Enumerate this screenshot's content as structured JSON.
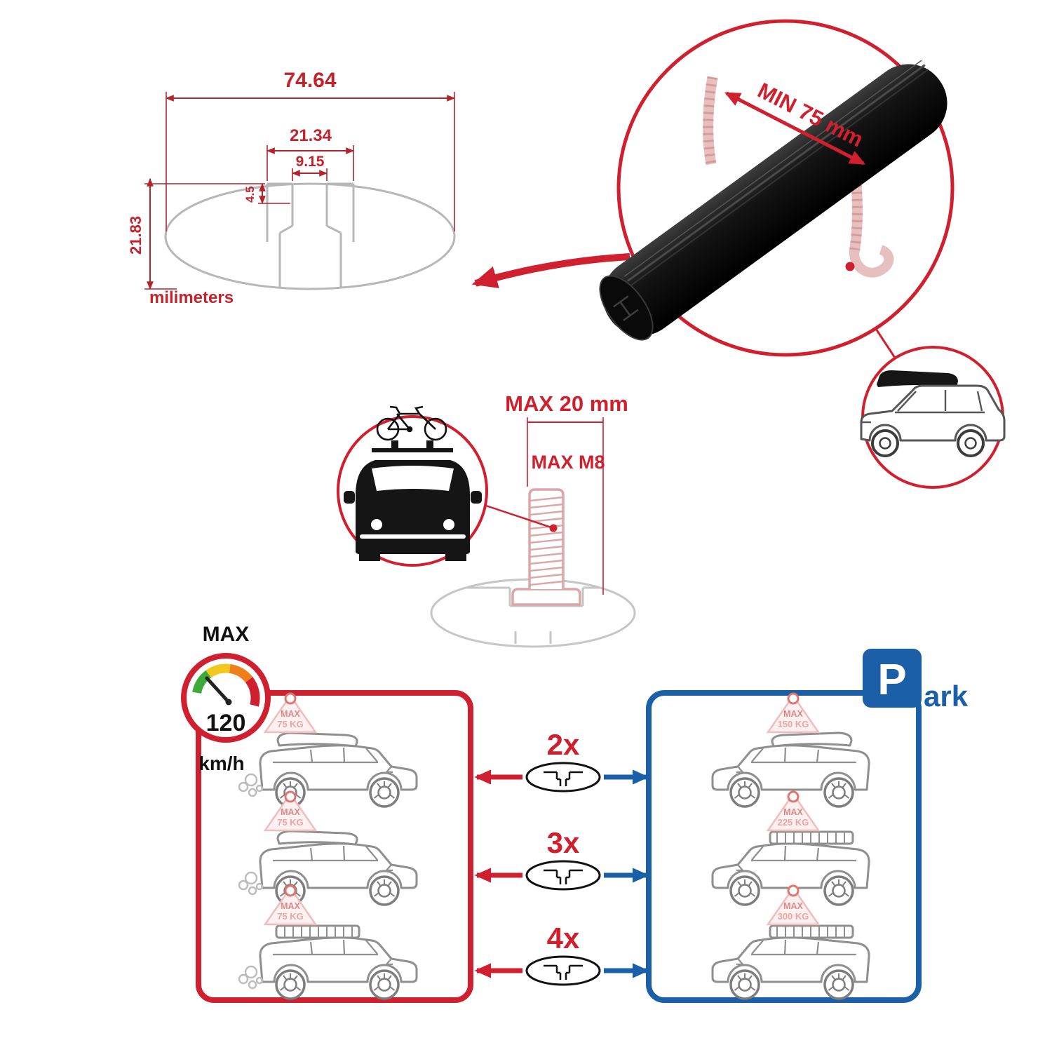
{
  "colors": {
    "accent_red": "#d01f2e",
    "dim_red": "#b3242c",
    "accent_blue": "#1a5fa8",
    "faint_pink": "#e8bfbf",
    "car_gray": "#8f8f8f",
    "black": "#111111"
  },
  "cross_section": {
    "total_width": "74.64",
    "channel_width": "21.34",
    "slot_width": "9.15",
    "lip_height": "4.5",
    "total_height": "21.83",
    "units_label": "milimeters"
  },
  "crossbar_detail": {
    "min_span_label": "MIN 75 mm"
  },
  "bolt_detail": {
    "max_length_label": "MAX 20 mm",
    "max_thread_label": "MAX M8"
  },
  "speed_gauge": {
    "title": "MAX",
    "value": "120",
    "unit": "km/h"
  },
  "park_sign": {
    "letter": "P",
    "suffix": "ark"
  },
  "capacity_rows": [
    {
      "multiplier": "2x",
      "driving_max_line1": "MAX",
      "driving_max_line2": "75 KG",
      "parked_max_line1": "MAX",
      "parked_max_line2": "150 KG"
    },
    {
      "multiplier": "3x",
      "driving_max_line1": "MAX",
      "driving_max_line2": "75 KG",
      "parked_max_line1": "MAX",
      "parked_max_line2": "225 KG"
    },
    {
      "multiplier": "4x",
      "driving_max_line1": "MAX",
      "driving_max_line2": "75 KG",
      "parked_max_line1": "MAX",
      "parked_max_line2": "300 KG"
    }
  ]
}
